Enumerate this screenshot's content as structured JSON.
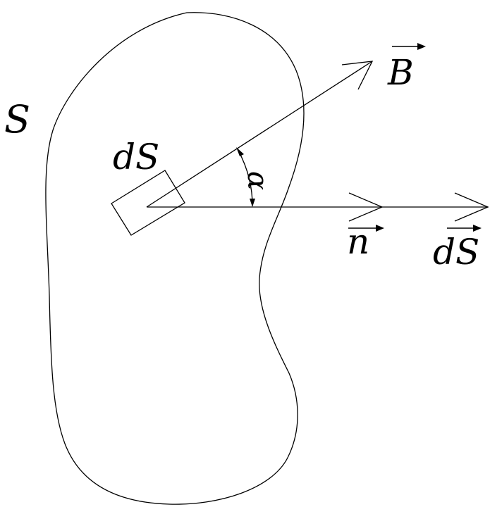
{
  "labels": {
    "surface": "S",
    "element": "dS",
    "field": "B",
    "normal": "n",
    "area_vector": "dS",
    "angle": "α"
  },
  "colors": {
    "stroke": "#000000",
    "background": "#ffffff"
  }
}
